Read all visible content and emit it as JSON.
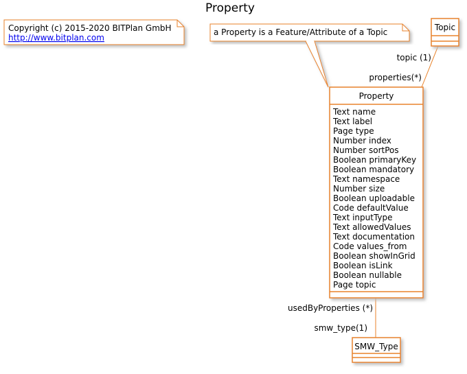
{
  "diagram": {
    "title": "Property",
    "copyright_note": {
      "line1": "Copyright (c) 2015-2020 BITPlan GmbH",
      "link": "http://www.bitplan.com"
    },
    "feature_note": "a Property is a Feature/Attribute of a Topic",
    "classes": {
      "topic": {
        "name": "Topic"
      },
      "property": {
        "name": "Property",
        "attributes": [
          "Text name",
          "Text label",
          "Page type",
          "Number index",
          "Number sortPos",
          "Boolean primaryKey",
          "Boolean mandatory",
          "Text namespace",
          "Number size",
          "Boolean uploadable",
          "Code defaultValue",
          "Text inputType",
          "Text allowedValues",
          "Text documentation",
          "Code values_from",
          "Boolean showInGrid",
          "Boolean isLink",
          "Boolean nullable",
          "Page topic"
        ]
      },
      "smw_type": {
        "name": "SMW_Type"
      }
    },
    "associations": {
      "topic_property": {
        "topic_end": "topic (1)",
        "property_end": "properties(*)"
      },
      "property_smwtype": {
        "property_end": "usedByProperties (*)",
        "smwtype_end": "smw_type(1)"
      }
    },
    "colors": {
      "border": "#e8822a",
      "note_fill": "#ffffff",
      "shadow": "#c4c4c4",
      "text": "#000000",
      "link": "#0000ee"
    }
  }
}
